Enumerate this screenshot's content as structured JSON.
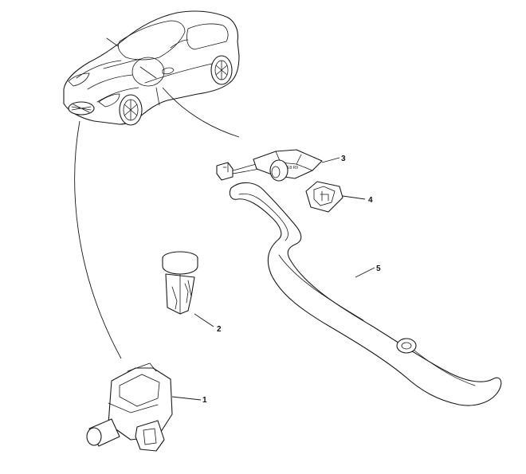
{
  "callouts": {
    "part_1": "1",
    "part_2": "2",
    "part_3": "3",
    "part_4": "4",
    "part_5": "5"
  },
  "colors": {
    "line": "#1a1a1a",
    "background": "#ffffff"
  }
}
